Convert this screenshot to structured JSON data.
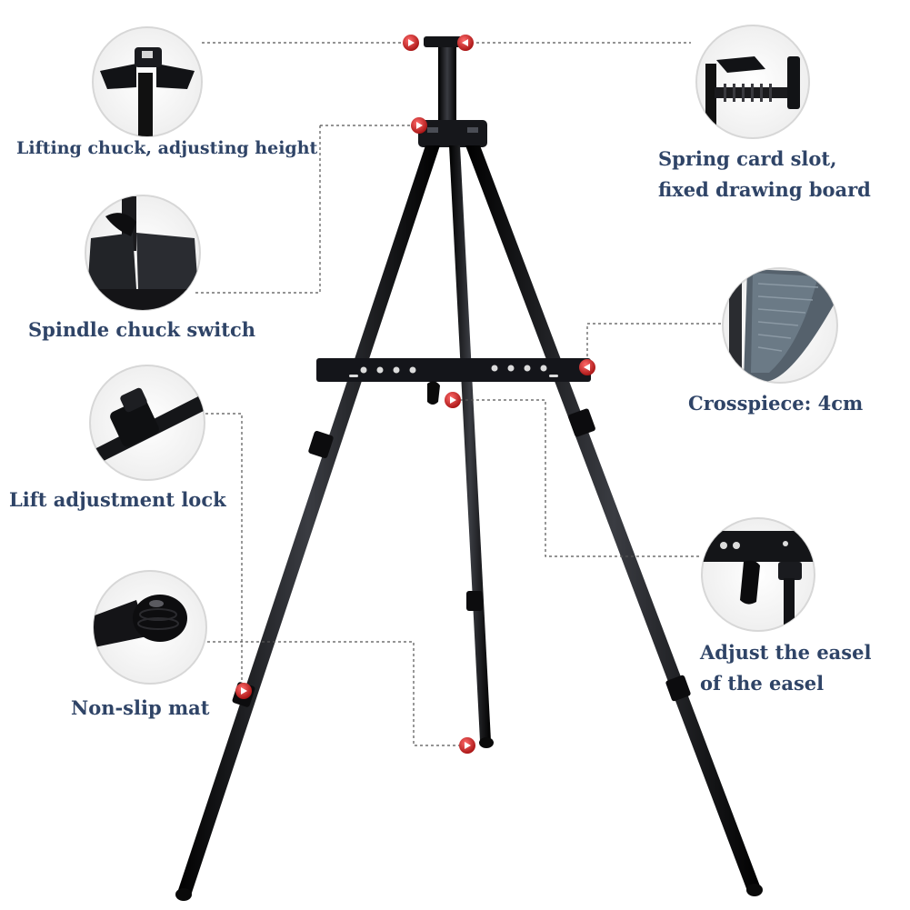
{
  "colors": {
    "label_text": "#2f4467",
    "easel_black": "#101114",
    "marker_red": "#c81e1e",
    "circle_border": "#d7d7d7",
    "dashed_line": "#555555"
  },
  "callouts": {
    "lifting_chuck": {
      "text": "Lifting chuck, adjusting height",
      "icon": "lifting-chuck-closeup"
    },
    "spindle_chuck": {
      "text": "Spindle chuck switch",
      "icon": "spindle-chuck-closeup"
    },
    "lift_lock": {
      "text": "Lift adjustment lock",
      "icon": "lift-lock-closeup"
    },
    "non_slip": {
      "text": "Non-slip mat",
      "icon": "rubber-foot-closeup"
    },
    "spring_slot": {
      "line1": "Spring card slot,",
      "line2": "fixed drawing board",
      "icon": "spring-clamp-closeup"
    },
    "crosspiece": {
      "text": "Crosspiece: 4cm",
      "icon": "crosspiece-closeup"
    },
    "adjust_easel": {
      "line1": "Adjust the easel",
      "line2": "of the easel",
      "icon": "tray-knob-closeup"
    }
  }
}
